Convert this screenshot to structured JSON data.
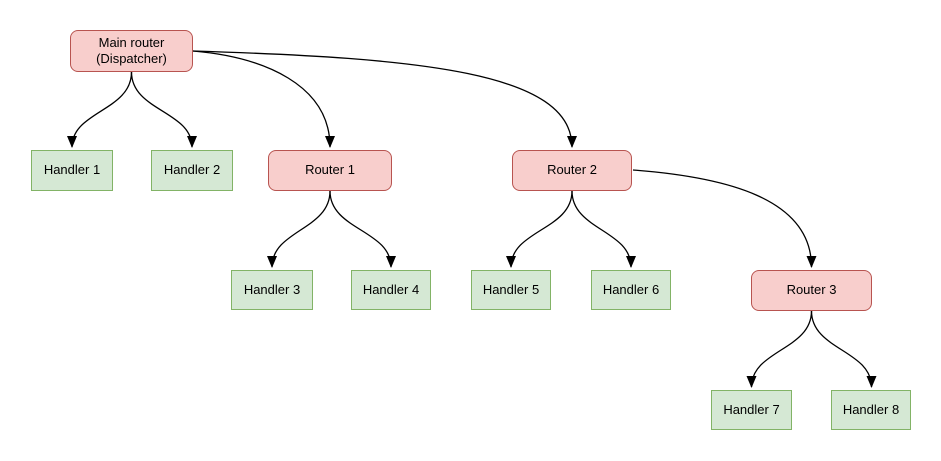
{
  "diagram": {
    "type": "tree-flowchart",
    "background": "#ffffff",
    "colors": {
      "router_fill": "#f8cecc",
      "router_border": "#b85450",
      "handler_fill": "#d5e8d4",
      "handler_border": "#82b366",
      "edge_stroke": "#000000",
      "text": "#000000"
    },
    "nodes": [
      {
        "id": "main-router",
        "type": "router",
        "label": "Main router\n(Dispatcher)"
      },
      {
        "id": "handler-1",
        "type": "handler",
        "label": "Handler 1"
      },
      {
        "id": "handler-2",
        "type": "handler",
        "label": "Handler 2"
      },
      {
        "id": "router-1",
        "type": "router",
        "label": "Router 1"
      },
      {
        "id": "router-2",
        "type": "router",
        "label": "Router 2"
      },
      {
        "id": "handler-3",
        "type": "handler",
        "label": "Handler 3"
      },
      {
        "id": "handler-4",
        "type": "handler",
        "label": "Handler 4"
      },
      {
        "id": "handler-5",
        "type": "handler",
        "label": "Handler 5"
      },
      {
        "id": "handler-6",
        "type": "handler",
        "label": "Handler 6"
      },
      {
        "id": "router-3",
        "type": "router",
        "label": "Router 3"
      },
      {
        "id": "handler-7",
        "type": "handler",
        "label": "Handler 7"
      },
      {
        "id": "handler-8",
        "type": "handler",
        "label": "Handler 8"
      }
    ],
    "edges": [
      {
        "from": "main-router",
        "to": "handler-1"
      },
      {
        "from": "main-router",
        "to": "handler-2"
      },
      {
        "from": "main-router",
        "to": "router-1"
      },
      {
        "from": "main-router",
        "to": "router-2"
      },
      {
        "from": "router-1",
        "to": "handler-3"
      },
      {
        "from": "router-1",
        "to": "handler-4"
      },
      {
        "from": "router-2",
        "to": "handler-5"
      },
      {
        "from": "router-2",
        "to": "handler-6"
      },
      {
        "from": "router-2",
        "to": "router-3"
      },
      {
        "from": "router-3",
        "to": "handler-7"
      },
      {
        "from": "router-3",
        "to": "handler-8"
      }
    ]
  }
}
